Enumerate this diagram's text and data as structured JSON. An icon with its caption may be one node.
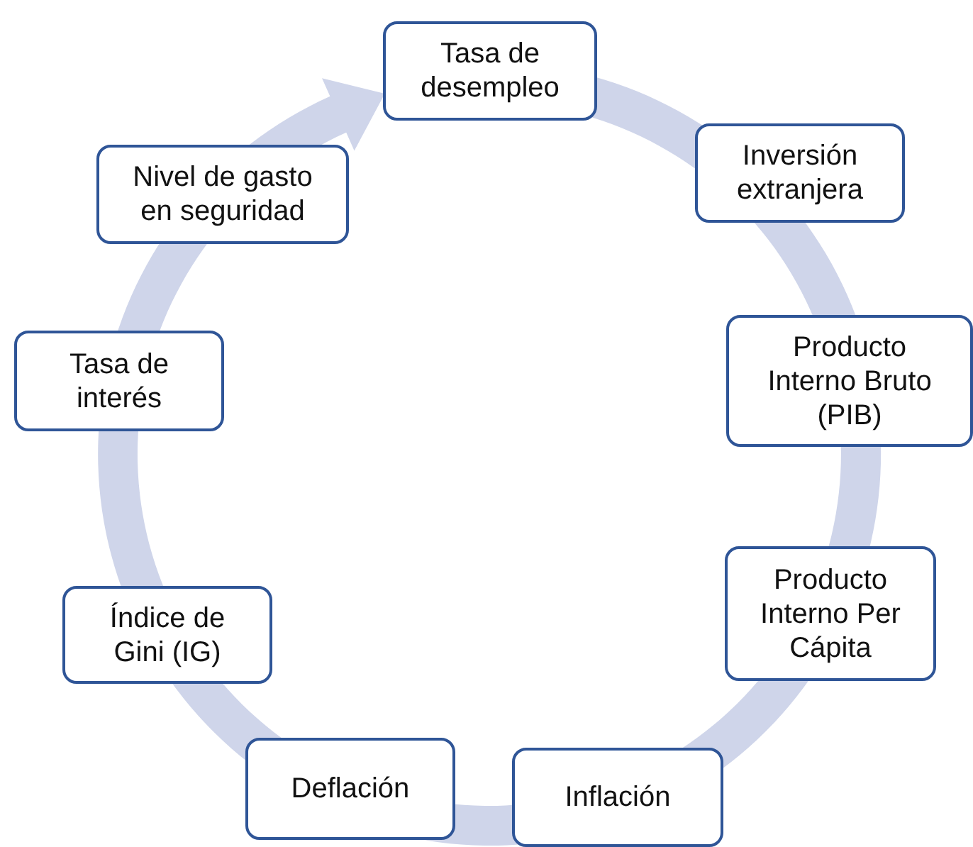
{
  "diagram": {
    "nodes": [
      {
        "text": [
          "Tasa de desempleo"
        ]
      },
      {
        "text": [
          "Inversión extranjera"
        ]
      },
      {
        "text": [
          "Producto Interno Bruto (PIB)"
        ]
      },
      {
        "text": [
          "Producto Interno Per Cápita"
        ]
      },
      {
        "text": [
          "Inflación"
        ]
      },
      {
        "text": [
          "Deflación"
        ]
      },
      {
        "text": [
          "Índice de Gini (IG)"
        ]
      },
      {
        "text": [
          "Tasa de interés"
        ]
      },
      {
        "text": [
          "Nivel de gasto en seguridad"
        ]
      }
    ]
  }
}
